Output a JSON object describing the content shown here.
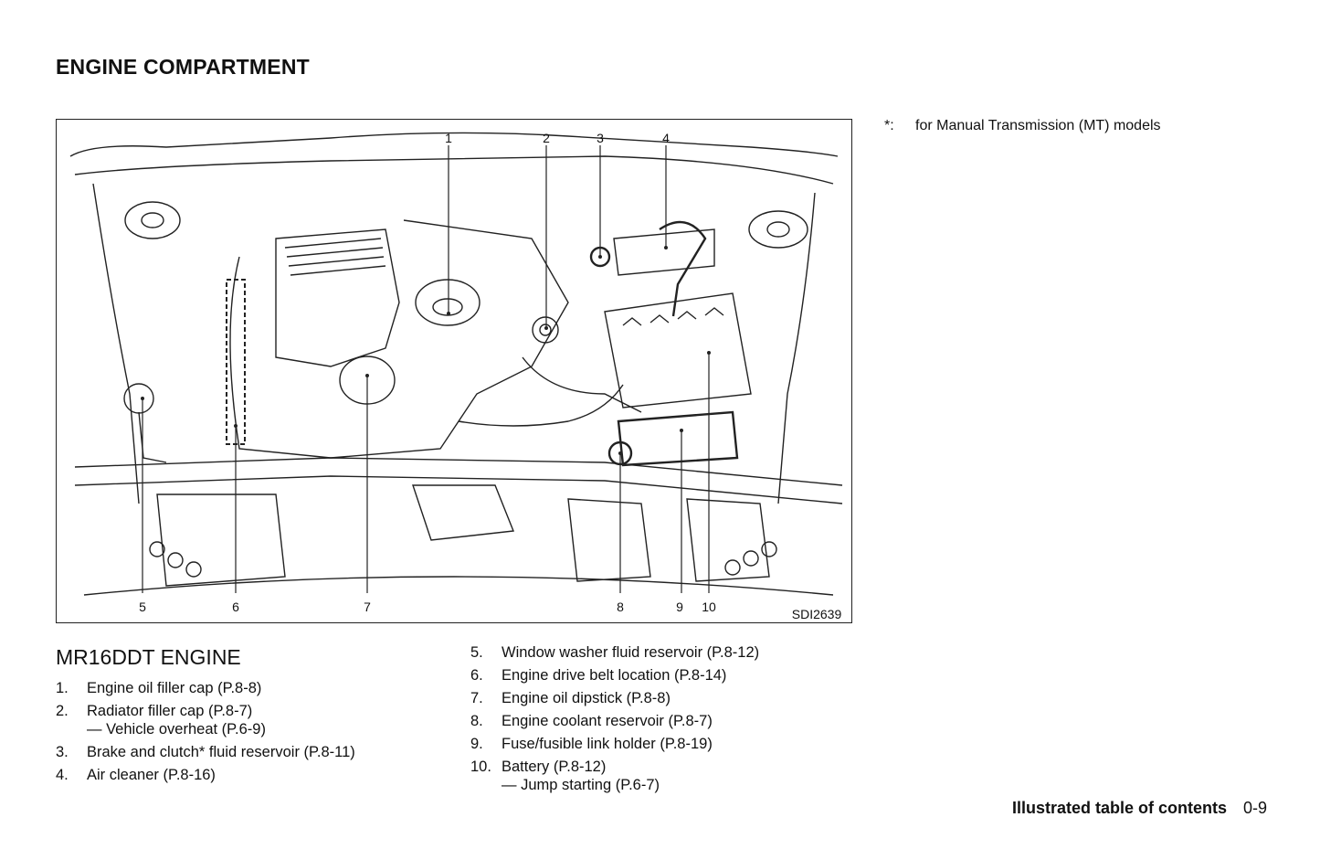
{
  "page": {
    "title": "ENGINE COMPARTMENT",
    "footnote": {
      "mark": "*:",
      "text": "for Manual Transmission (MT) models"
    },
    "figure": {
      "code": "SDI2639",
      "callouts_top": [
        "1",
        "2",
        "3",
        "4"
      ],
      "callouts_bottom": [
        "5",
        "6",
        "7",
        "8",
        "9",
        "10"
      ]
    },
    "subheading": "MR16DDT ENGINE",
    "items_left": [
      {
        "num": "1.",
        "text": "Engine oil filler cap (P.8-8)"
      },
      {
        "num": "2.",
        "text": "Radiator filler cap (P.8-7)",
        "sub": "— Vehicle overheat (P.6-9)"
      },
      {
        "num": "3.",
        "text": "Brake and clutch* fluid reservoir (P.8-11)"
      },
      {
        "num": "4.",
        "text": "Air cleaner (P.8-16)"
      }
    ],
    "items_right": [
      {
        "num": "5.",
        "text": "Window washer fluid reservoir (P.8-12)"
      },
      {
        "num": "6.",
        "text": "Engine drive belt location (P.8-14)"
      },
      {
        "num": "7.",
        "text": "Engine oil dipstick (P.8-8)"
      },
      {
        "num": "8.",
        "text": "Engine coolant reservoir (P.8-7)"
      },
      {
        "num": "9.",
        "text": "Fuse/fusible link holder (P.8-19)"
      },
      {
        "num": "10.",
        "text": "Battery (P.8-12)",
        "sub": "— Jump starting (P.6-7)"
      }
    ],
    "footer": {
      "section": "Illustrated table of contents",
      "page": "0-9"
    }
  }
}
